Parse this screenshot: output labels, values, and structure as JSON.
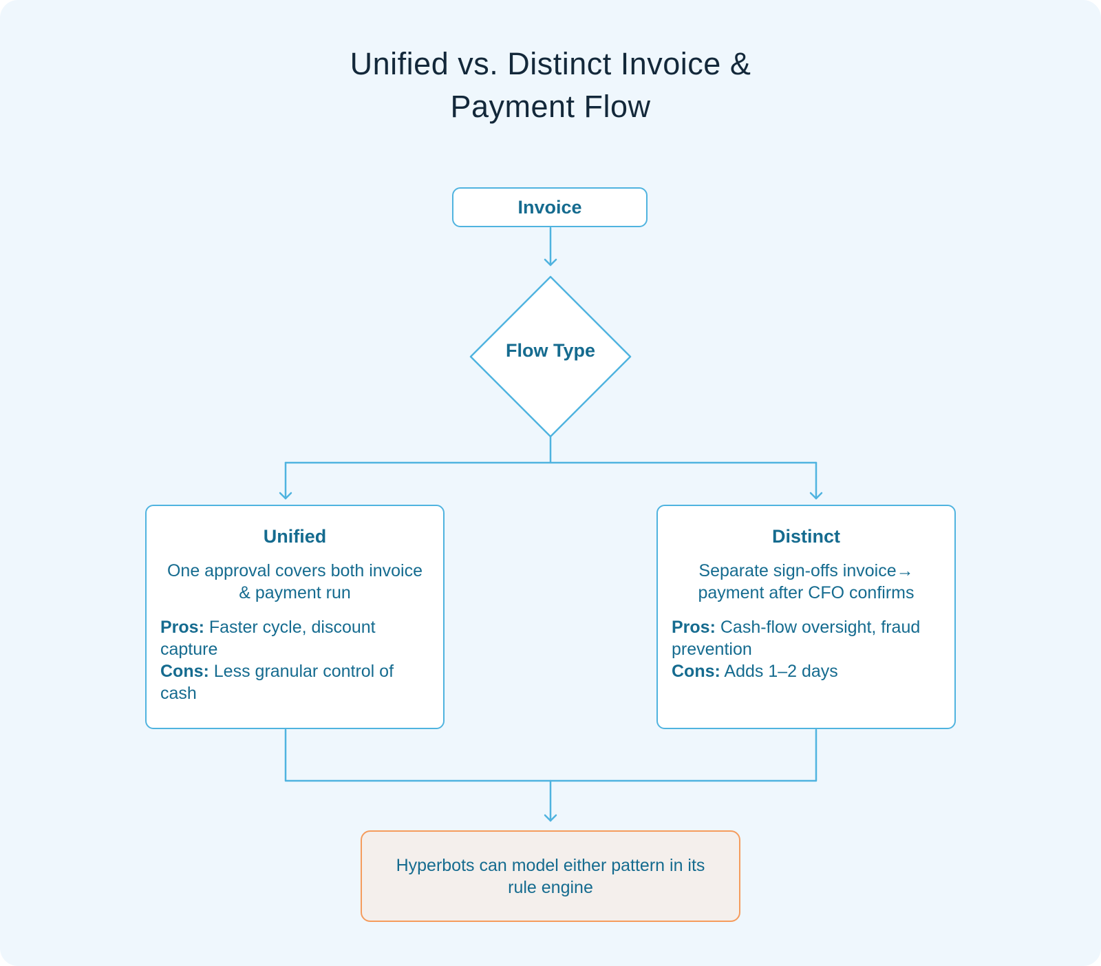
{
  "title": {
    "line1": "Unified vs. Distinct Invoice &",
    "line2": "Payment Flow"
  },
  "nodes": {
    "invoice": "Invoice",
    "decision": "Flow Type",
    "unified": {
      "heading": "Unified",
      "description": "One approval covers both invoice & payment run",
      "pros_label": "Pros:",
      "pros": "Faster cycle, discount capture",
      "cons_label": "Cons:",
      "cons": "Less granular control of cash"
    },
    "distinct": {
      "heading": "Distinct",
      "description": "Separate sign-offs invoice→ payment after CFO confirms",
      "pros_label": "Pros:",
      "pros": "Cash-flow oversight, fraud prevention",
      "cons_label": "Cons:",
      "cons": "Adds 1–2 days"
    },
    "result": "Hyperbots can model either pattern in its rule engine"
  },
  "colors": {
    "background": "#eff7fd",
    "node_border": "#4fb3df",
    "node_text": "#156b8f",
    "title_text": "#13283a",
    "result_border": "#f59b5c",
    "result_fill": "#f4efec"
  }
}
